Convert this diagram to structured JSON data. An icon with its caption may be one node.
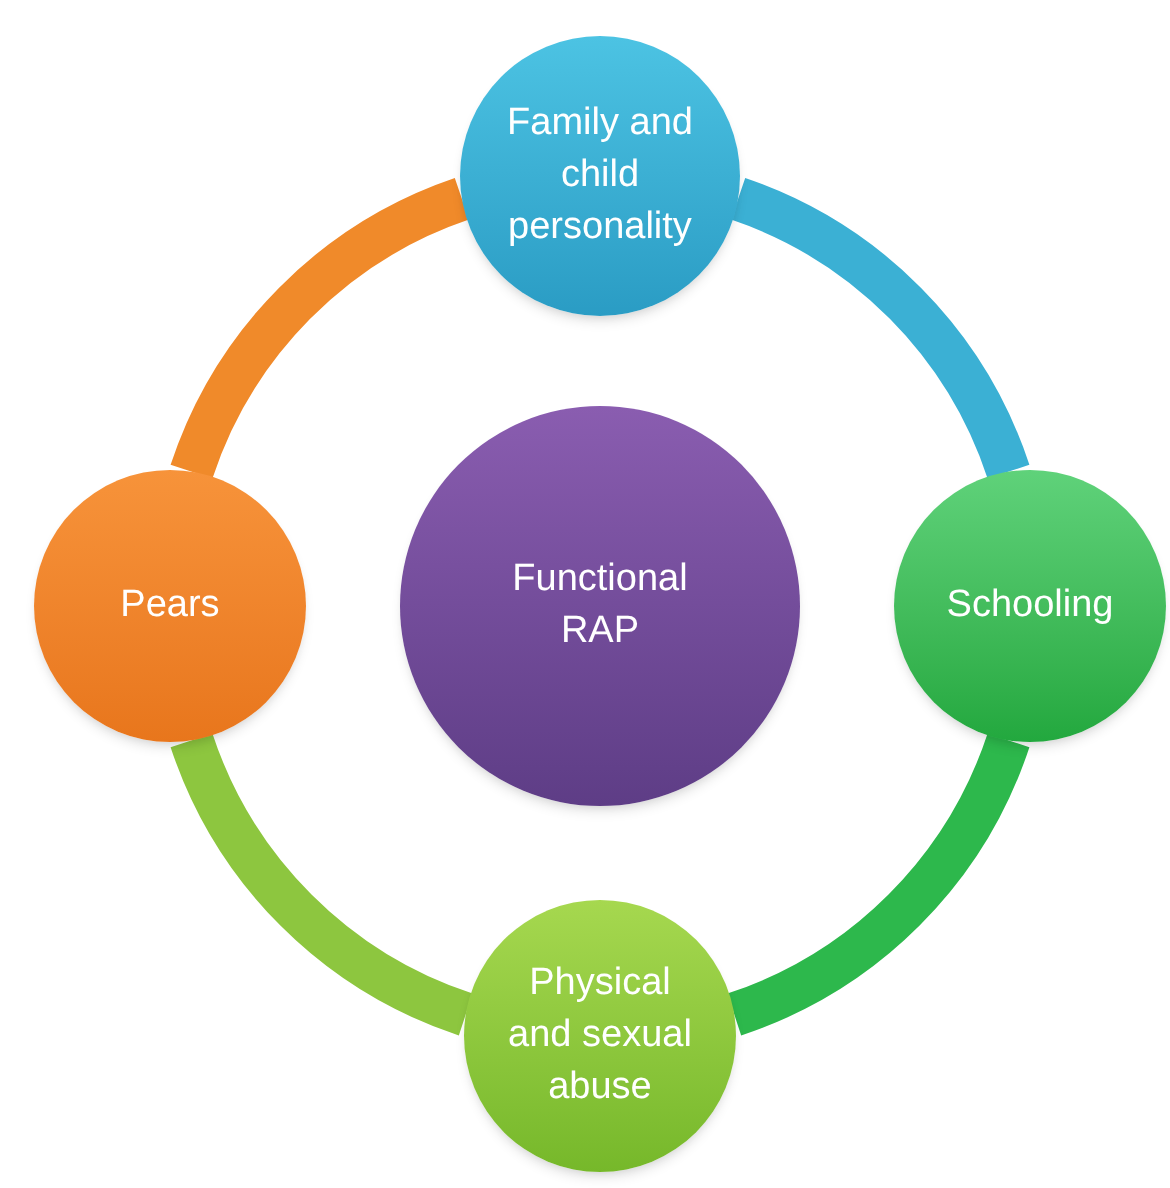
{
  "diagram": {
    "nodes": [
      {
        "text": [
          "Family and child personality"
        ]
      },
      {
        "text": [
          "Pears"
        ]
      },
      {
        "text": [
          "Functional RAP"
        ]
      },
      {
        "text": [
          "Schooling"
        ]
      },
      {
        "text": [
          "Physical and sexual abuse"
        ]
      }
    ],
    "edges": [
      {
        "from": 0,
        "to": 3,
        "arrow": "none",
        "color": "#3bb0d4"
      },
      {
        "from": 3,
        "to": 4,
        "arrow": "none",
        "color": "#2db84c"
      },
      {
        "from": 4,
        "to": 1,
        "arrow": "none",
        "color": "#8dc63f"
      },
      {
        "from": 1,
        "to": 0,
        "arrow": "none",
        "color": "#f08a2a"
      }
    ]
  }
}
